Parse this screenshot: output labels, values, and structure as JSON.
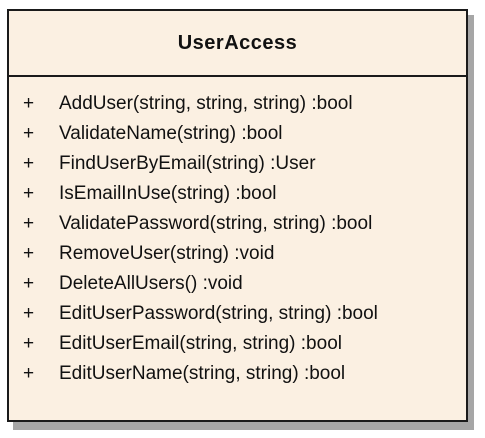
{
  "class": {
    "name": "UserAccess",
    "operations": [
      {
        "visibility": "+",
        "signature": "AddUser(string, string, string)  :bool"
      },
      {
        "visibility": "+",
        "signature": "ValidateName(string)  :bool"
      },
      {
        "visibility": "+",
        "signature": "FindUserByEmail(string)  :User"
      },
      {
        "visibility": "+",
        "signature": "IsEmailInUse(string)  :bool"
      },
      {
        "visibility": "+",
        "signature": "ValidatePassword(string, string)  :bool"
      },
      {
        "visibility": "+",
        "signature": "RemoveUser(string)  :void"
      },
      {
        "visibility": "+",
        "signature": "DeleteAllUsers()  :void"
      },
      {
        "visibility": "+",
        "signature": "EditUserPassword(string, string)  :bool"
      },
      {
        "visibility": "+",
        "signature": "EditUserEmail(string, string)  :bool"
      },
      {
        "visibility": "+",
        "signature": "EditUserName(string, string)  :bool"
      }
    ]
  },
  "colors": {
    "fill": "#fbf0e2",
    "border": "#1a1a1a",
    "shadow": "#a6a6a6"
  }
}
